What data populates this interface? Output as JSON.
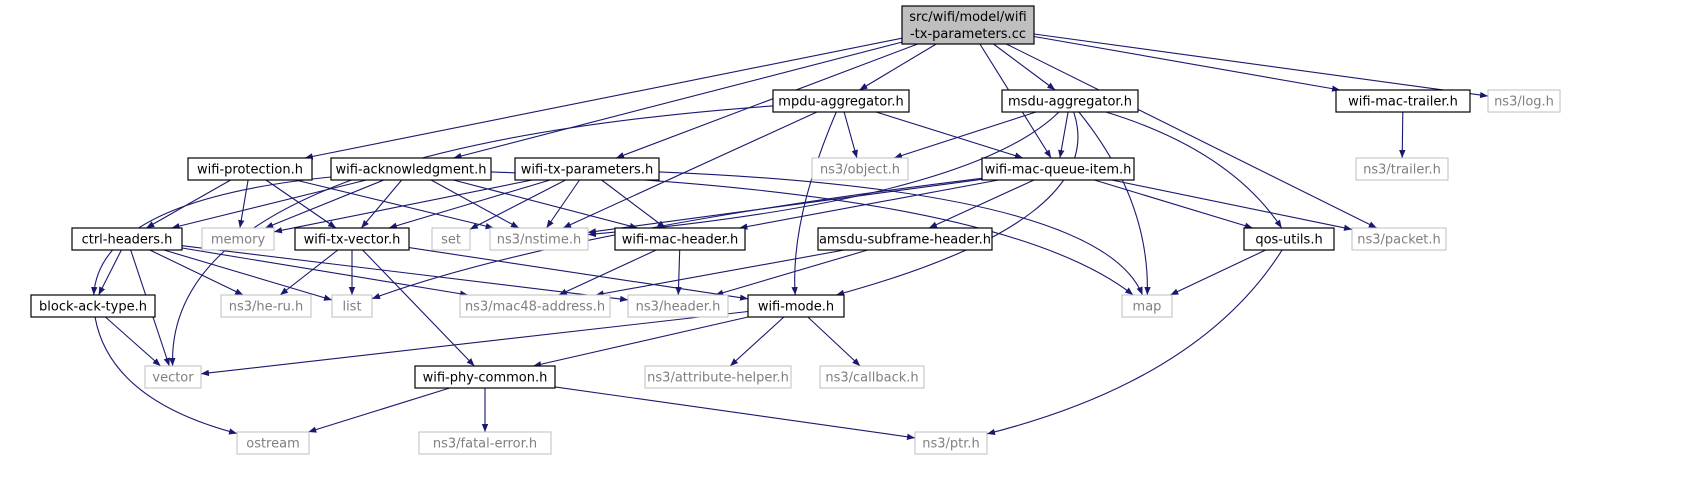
{
  "graph": {
    "root": {
      "line1": "src/wifi/model/wifi",
      "line2": "-tx-parameters.cc"
    },
    "nodes": {
      "mpdu_aggregator": "mpdu-aggregator.h",
      "msdu_aggregator": "msdu-aggregator.h",
      "wifi_mac_trailer": "wifi-mac-trailer.h",
      "ns3_log": "ns3/log.h",
      "wifi_protection": "wifi-protection.h",
      "wifi_acknowledgment": "wifi-acknowledgment.h",
      "wifi_tx_parameters_h": "wifi-tx-parameters.h",
      "ns3_object": "ns3/object.h",
      "wifi_mac_queue_item": "wifi-mac-queue-item.h",
      "ns3_trailer": "ns3/trailer.h",
      "ctrl_headers": "ctrl-headers.h",
      "memory": "memory",
      "wifi_tx_vector": "wifi-tx-vector.h",
      "set": "set",
      "ns3_nstime": "ns3/nstime.h",
      "wifi_mac_header": "wifi-mac-header.h",
      "amsdu_subframe_header": "amsdu-subframe-header.h",
      "qos_utils": "qos-utils.h",
      "ns3_packet": "ns3/packet.h",
      "block_ack_type": "block-ack-type.h",
      "ns3_he_ru": "ns3/he-ru.h",
      "list": "list",
      "ns3_mac48_address": "ns3/mac48-address.h",
      "ns3_header": "ns3/header.h",
      "wifi_mode": "wifi-mode.h",
      "map": "map",
      "vector": "vector",
      "wifi_phy_common": "wifi-phy-common.h",
      "ns3_attribute_helper": "ns3/attribute-helper.h",
      "ns3_callback": "ns3/callback.h",
      "ostream": "ostream",
      "ns3_fatal_error": "ns3/fatal-error.h",
      "ns3_ptr": "ns3/ptr.h"
    }
  },
  "colors": {
    "edge": "#191970",
    "root_fill": "#bfbfbf",
    "box_border": "#000000",
    "external_border": "#bfbfbf",
    "external_text": "#7f7f7f"
  }
}
